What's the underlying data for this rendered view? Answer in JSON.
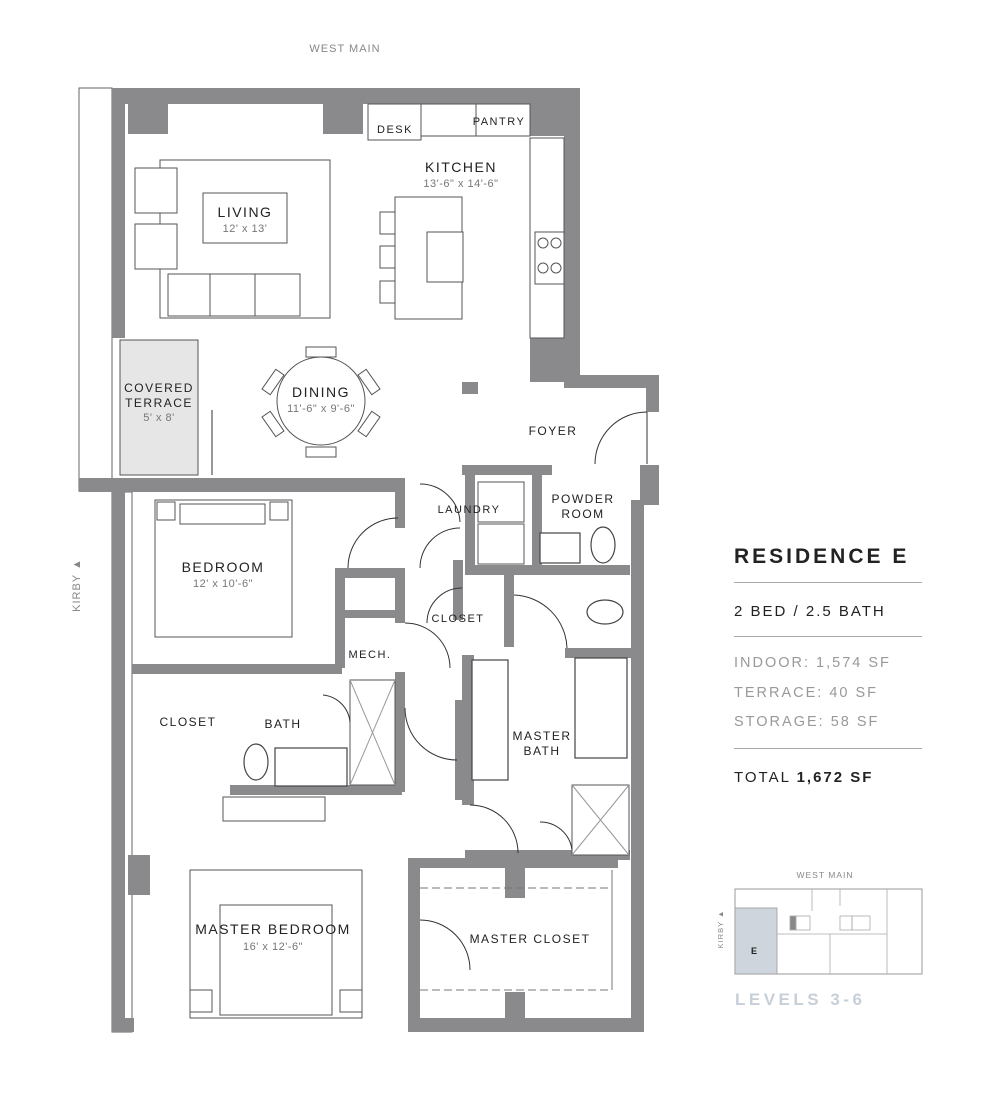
{
  "streets": {
    "north": "WEST MAIN",
    "west": "KIRBY ▲"
  },
  "rooms": {
    "desk": "DESK",
    "pantry": "PANTRY",
    "kitchen": {
      "name": "KITCHEN",
      "dim": "13'-6\" x 14'-6\""
    },
    "living": {
      "name": "LIVING",
      "dim": "12' x 13'"
    },
    "dining": {
      "name": "DINING",
      "dim": "11'-6\" x 9'-6\""
    },
    "covered_terrace": {
      "name_1": "COVERED",
      "name_2": "TERRACE",
      "dim": "5' x 8'"
    },
    "foyer": "FOYER",
    "laundry": "LAUNDRY",
    "powder_room": {
      "name_1": "POWDER",
      "name_2": "ROOM"
    },
    "bedroom": {
      "name": "BEDROOM",
      "dim": "12' x 10'-6\""
    },
    "closet_hall": "CLOSET",
    "mech": "MECH.",
    "closet_bed": "CLOSET",
    "bath": "BATH",
    "master_bath": {
      "name_1": "MASTER",
      "name_2": "BATH"
    },
    "master_bedroom": {
      "name": "MASTER BEDROOM",
      "dim": "16' x 12'-6\""
    },
    "master_closet": "MASTER CLOSET"
  },
  "info": {
    "title": "RESIDENCE E",
    "beds_baths": "2 BED / 2.5 BATH",
    "indoor": "INDOOR: 1,574 SF",
    "terrace": "TERRACE: 40 SF",
    "storage": "STORAGE: 58 SF",
    "total_label": "TOTAL",
    "total_value": "1,672 SF"
  },
  "keyplan": {
    "north": "WEST MAIN",
    "west": "KIRBY ▲",
    "unit": "E",
    "levels": "LEVELS 3-6"
  },
  "colors": {
    "wall": "#8a8a8d",
    "terrace_fill": "#e6e6e6",
    "levels_text": "#c7cfd9",
    "unit_highlight": "#cfd5dc"
  }
}
